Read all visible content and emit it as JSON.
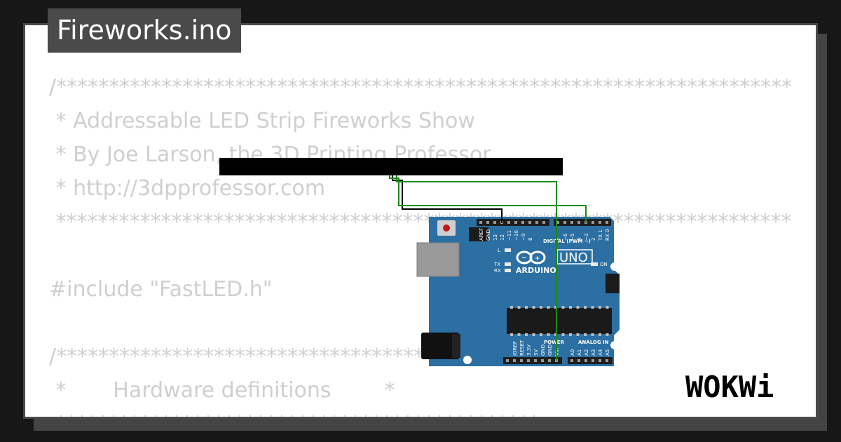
{
  "project": {
    "title": "Fireworks.ino"
  },
  "code_lines": [
    "/***************************************************************************",
    " * Addressable LED Strip Fireworks Show",
    " * By Joe Larson, the 3D Printing Professor",
    " * http://3dpprofessor.com",
    " ***************************************************************************",
    "",
    "#include \"FastLED.h\"",
    "",
    "/**********************************************",
    " *       Hardware definitions        *",
    " **********************************************"
  ],
  "board": {
    "brand": "ARDUINO",
    "model": "UNO",
    "digital_header": "DIGITAL (PWM ~)",
    "power_header": "POWER",
    "analog_header": "ANALOG IN",
    "on_label": "ON",
    "led_labels": [
      "L",
      "TX",
      "RX"
    ],
    "top_pins": [
      "AREF",
      "GND",
      "13",
      "12",
      "~11",
      "~10",
      "~9",
      "8",
      "7",
      "~6",
      "~5",
      "4",
      "~3",
      "2",
      "TX 1",
      "RX 0"
    ],
    "power_pins": [
      "IOREF",
      "RESET",
      "3.3V",
      "5V",
      "GND",
      "GND",
      "Vin"
    ],
    "analog_pins": [
      "A0",
      "A1",
      "A2",
      "A3",
      "A4",
      "A5"
    ],
    "pcb_color": "#2b6fa3"
  },
  "brand": {
    "logo_text": "WOKWi"
  }
}
